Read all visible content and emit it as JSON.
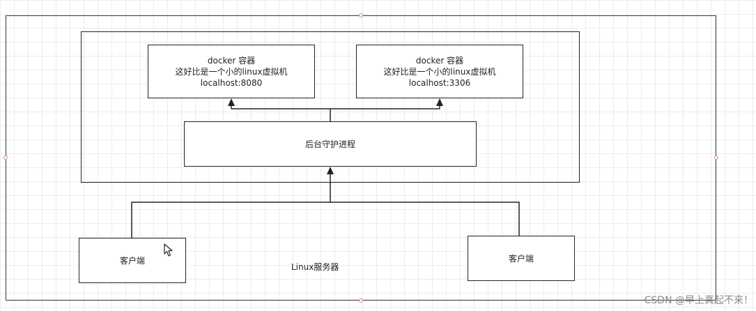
{
  "diagram": {
    "host_label": "Linux服务器",
    "daemon_label": "后台守护进程",
    "containers": [
      {
        "title": "docker 容器",
        "description": "这好比是一个小的linux虚拟机",
        "address": "localhost:8080"
      },
      {
        "title": "docker 容器",
        "description": "这好比是一个小的linux虚拟机",
        "address": "localhost:3306"
      }
    ],
    "clients": [
      {
        "label": "客户端"
      },
      {
        "label": "客户端"
      }
    ]
  },
  "watermark": "CSDN @早上真起不来！",
  "colors": {
    "line": "#222222",
    "grid": "#ececec",
    "handle": "#d08a8a",
    "watermark": "#8a8a8a"
  }
}
